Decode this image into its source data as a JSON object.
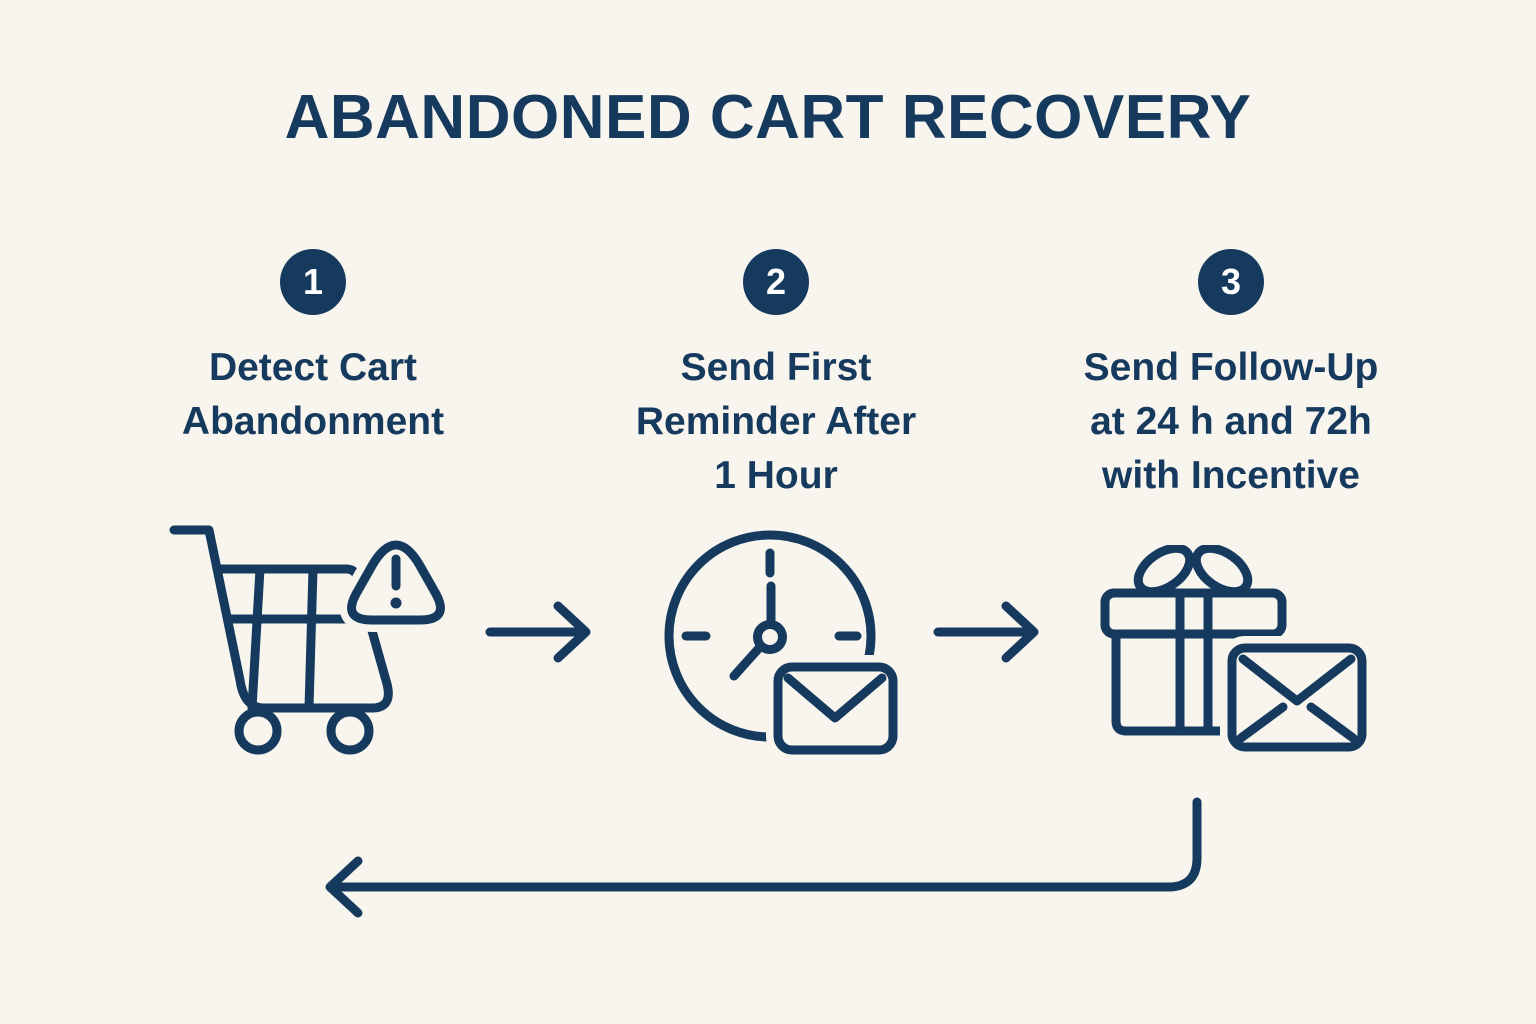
{
  "title": "ABANDONED CART RECOVERY",
  "colors": {
    "background": "#F8F5EE",
    "ink": "#163A5E",
    "badge_number": "#FFFFFF"
  },
  "steps": [
    {
      "number": "1",
      "label_lines": [
        "Detect Cart",
        "Abandonment"
      ],
      "icon": "shopping-cart-with-warning"
    },
    {
      "number": "2",
      "label_lines": [
        "Send First",
        "Reminder After",
        "1 Hour"
      ],
      "icon": "clock-with-email"
    },
    {
      "number": "3",
      "label_lines": [
        "Send Follow-Up",
        "at 24 h and 72h",
        "with Incentive"
      ],
      "icon": "gift-with-email"
    }
  ],
  "flow": {
    "forward_arrow_count": 2,
    "loop_back_to_start": true
  }
}
